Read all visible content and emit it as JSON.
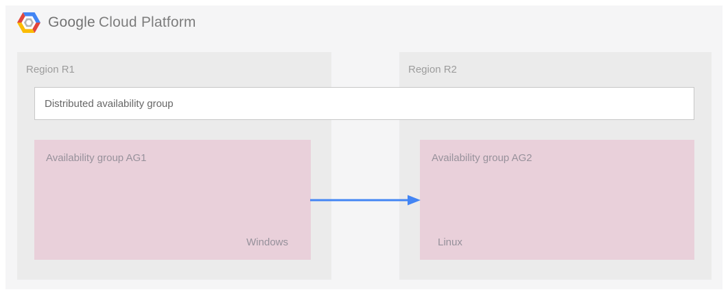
{
  "header": {
    "brand_google": "Google",
    "brand_product": "Cloud Platform"
  },
  "regions": [
    {
      "label": "Region R1"
    },
    {
      "label": "Region R2"
    }
  ],
  "distributed_group": {
    "label": "Distributed availability group"
  },
  "availability_groups": [
    {
      "label": "Availability group AG1",
      "os": "Windows"
    },
    {
      "label": "Availability group AG2",
      "os": "Linux"
    }
  ],
  "icons": {
    "logo": "gcp-hexagon-logo",
    "arrow": "right-arrow"
  },
  "colors": {
    "card_bg": "#f5f5f6",
    "region_bg": "#ebebeb",
    "group_pink": "#e9d0da",
    "arrow_blue": "#4285f4",
    "logo_blue": "#4285f4",
    "logo_red": "#e1463c",
    "logo_yellow": "#fbbc05",
    "logo_nut_gray": "#b5b5b5"
  }
}
